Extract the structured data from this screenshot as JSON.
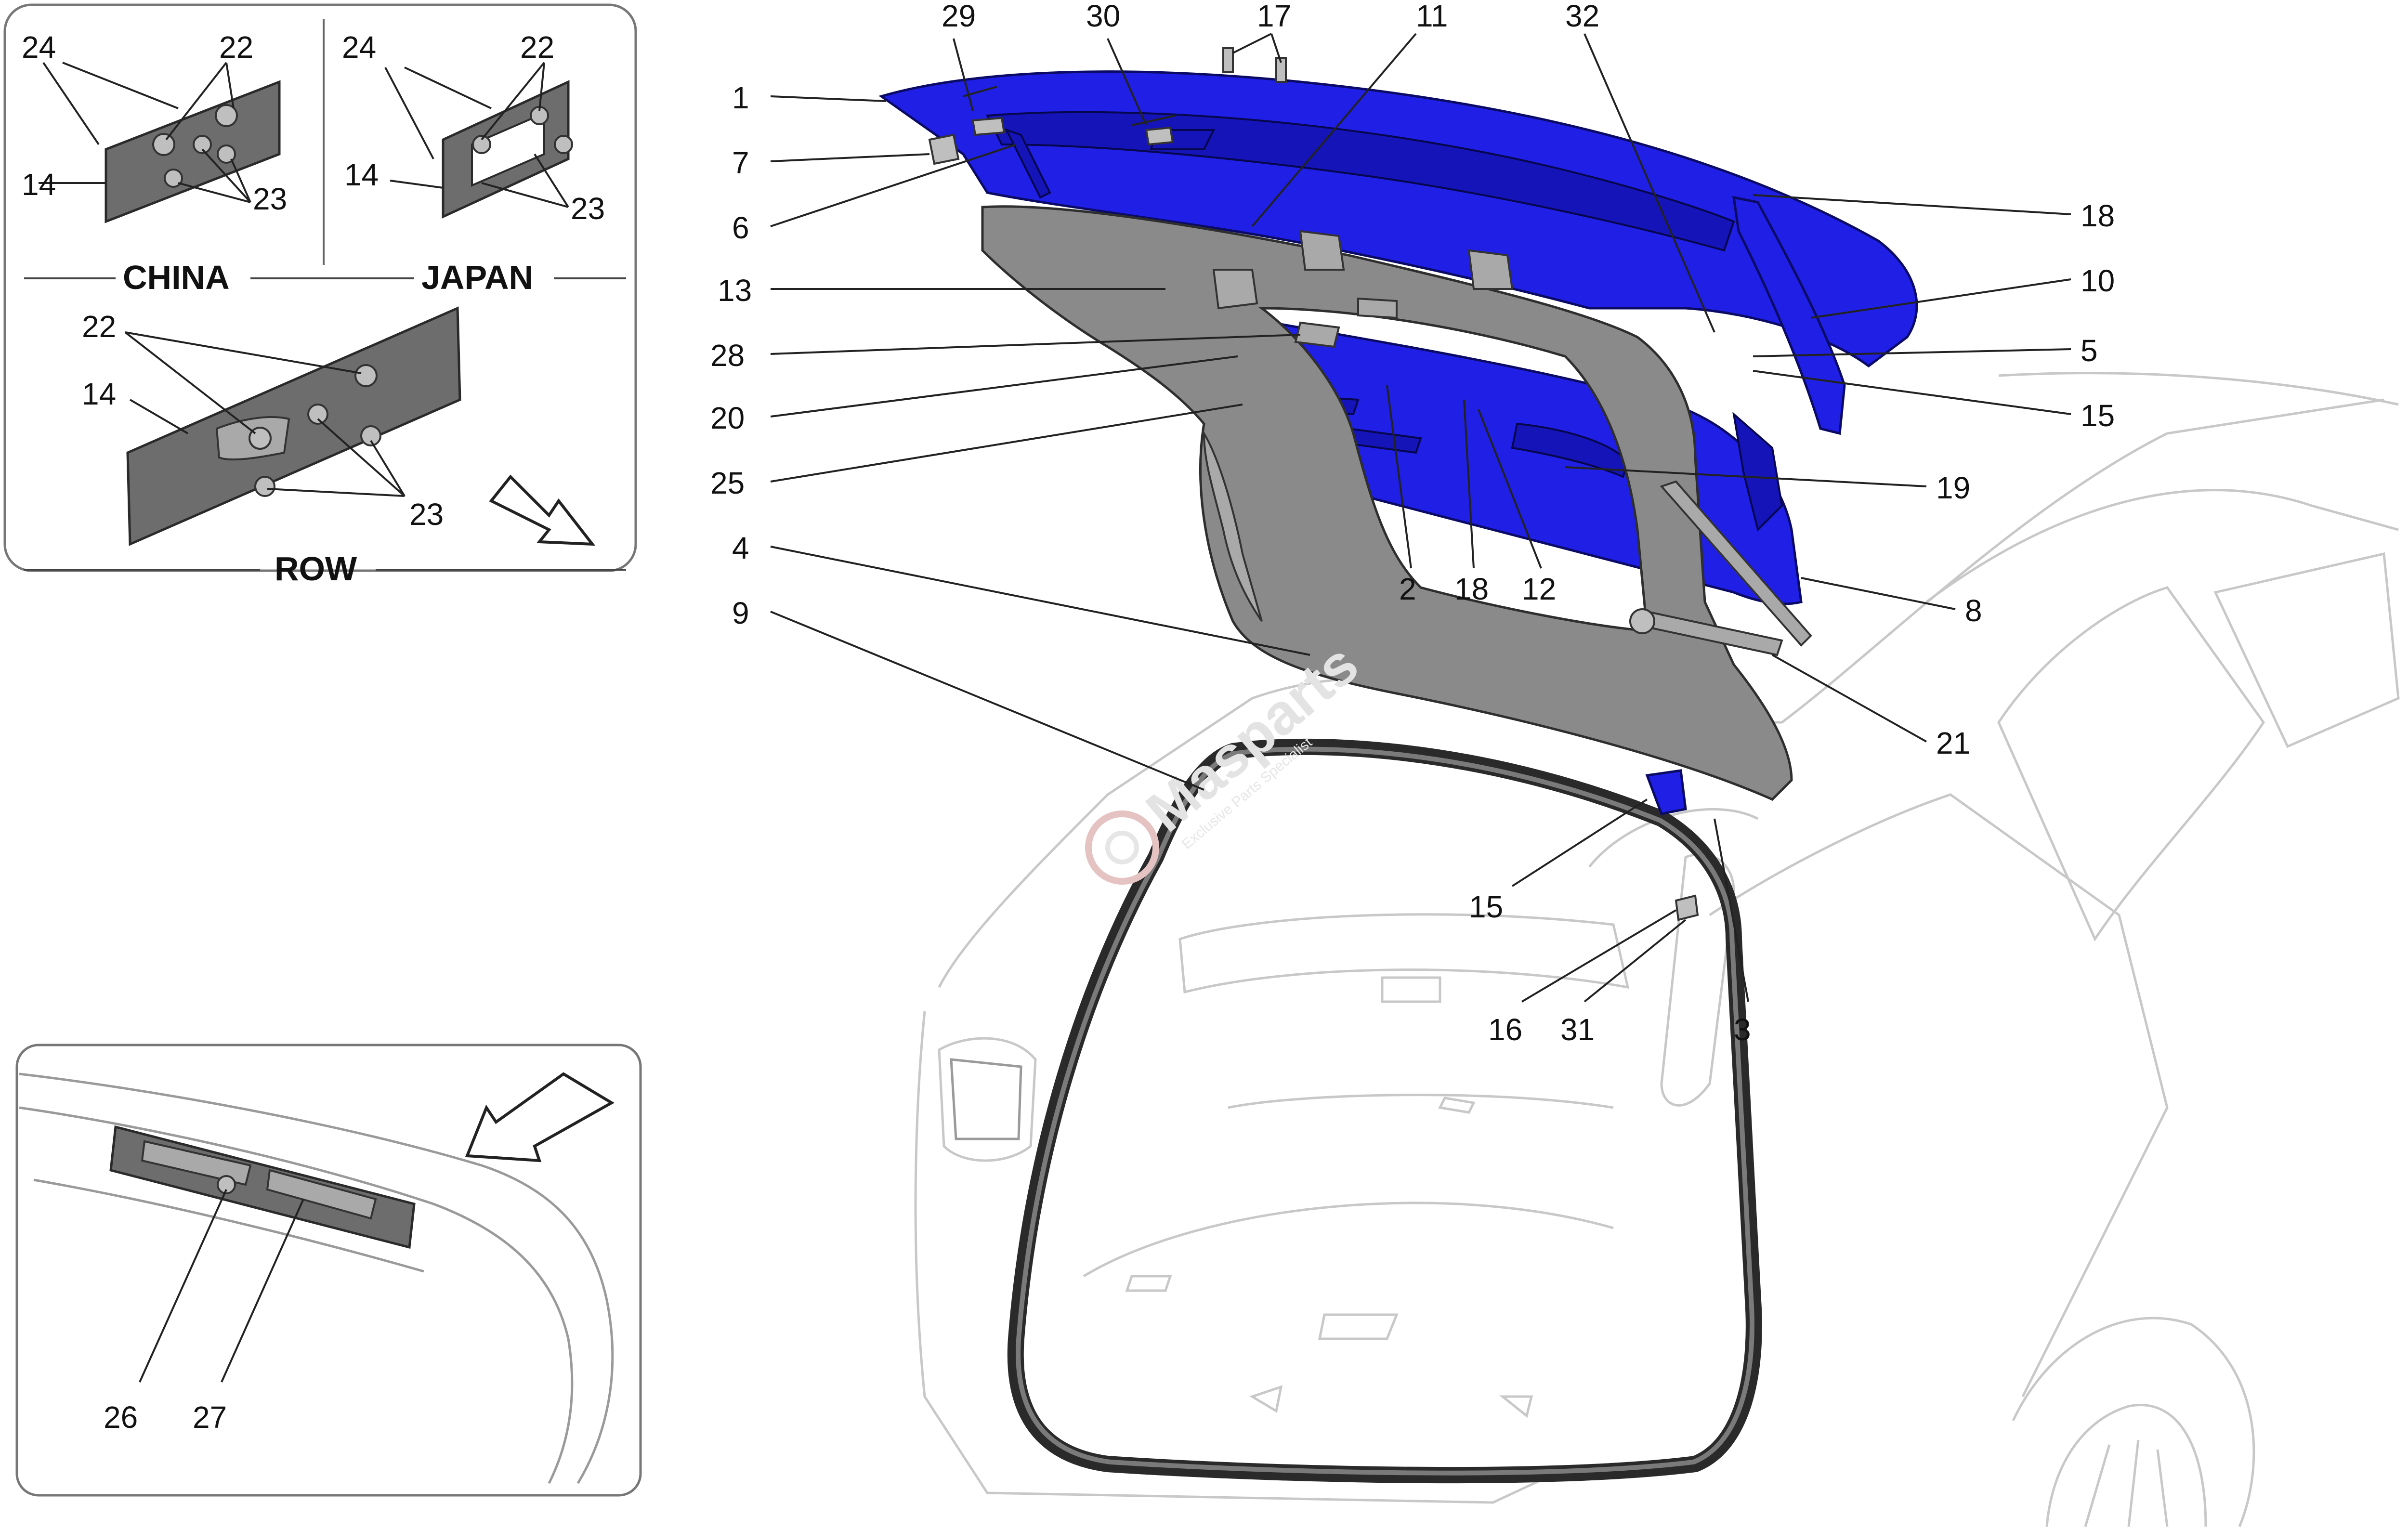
{
  "regions": {
    "china": "CHINA",
    "japan": "JAPAN",
    "row": "ROW"
  },
  "watermark": {
    "name": "Masparts",
    "tagline": "Exclusive Parts Specialist"
  },
  "inset_china": {
    "labels": [
      "24",
      "22",
      "14",
      "23"
    ]
  },
  "inset_japan": {
    "labels": [
      "24",
      "22",
      "14",
      "23"
    ]
  },
  "inset_row": {
    "labels": [
      "22",
      "14",
      "23"
    ]
  },
  "inset_bottom": {
    "labels": [
      "26",
      "27"
    ]
  },
  "callouts_main": [
    "29",
    "30",
    "17",
    "11",
    "32",
    "1",
    "7",
    "6",
    "18",
    "13",
    "10",
    "28",
    "5",
    "20",
    "15",
    "25",
    "19",
    "2",
    "18",
    "12",
    "4",
    "8",
    "9",
    "21",
    "15",
    "16",
    "31",
    "3"
  ],
  "colors": {
    "highlight_blue": "#1f1fe6",
    "trim_grey": "#8a8a8a",
    "outline": "#222222"
  }
}
